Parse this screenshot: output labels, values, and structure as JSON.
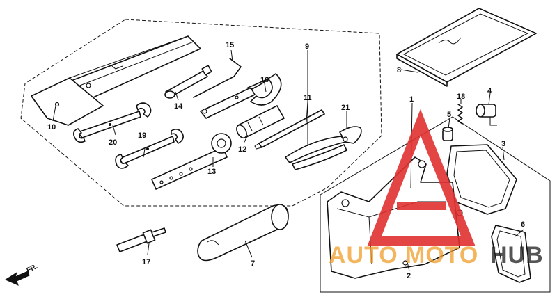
{
  "labels": {
    "l1": "1",
    "l2": "2",
    "l3": "3",
    "l4": "4",
    "l5": "5",
    "l6": "6",
    "l7": "7",
    "l8": "8",
    "l9": "9",
    "l10": "10",
    "l11": "11",
    "l12": "12",
    "l13": "13",
    "l14": "14",
    "l15": "15",
    "l16": "16",
    "l17": "17",
    "l18": "18",
    "l19": "19",
    "l20": "20",
    "l21": "21"
  },
  "direction": "FR.",
  "watermark": {
    "word1": "AUTO",
    "word2": "MOTO",
    "word3": "HUB",
    "color_red": "#e03030",
    "color_orange": "#f0a030",
    "color_dark": "#222222"
  }
}
